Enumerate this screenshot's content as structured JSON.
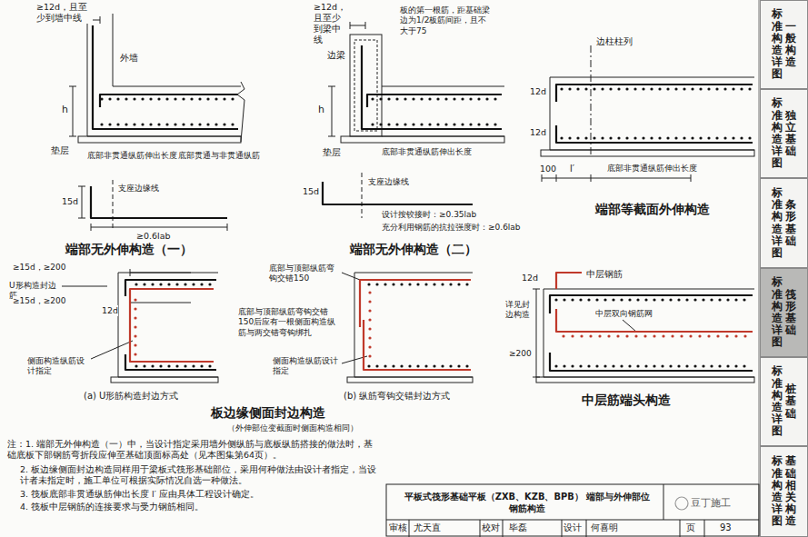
{
  "diagram": {
    "nodes": [
      {
        "text": [
          "标准构造详图",
          "一般构造"
        ]
      },
      {
        "text": [
          "标准构造详图",
          "独立基础"
        ]
      },
      {
        "text": [
          "标准构造详图",
          "条形基础"
        ]
      },
      {
        "text": [
          "标准构造详图",
          "筏形基础"
        ]
      },
      {
        "text": [
          "标准构造详图",
          "桩基础"
        ]
      },
      {
        "text": [
          "标准构造详图",
          "基础相关构造"
        ]
      },
      {
        "text": [
          "平板式筏形基础平板（ZXB、KZB、BPB） 端部与外伸部位钢筋构造"
        ]
      }
    ],
    "edges": [],
    "labels": [
      "≥12d，且至少到墙中线",
      "外墙",
      "h",
      "垫层",
      "底部非贯通纵筋伸出长度",
      "底部贯通与非贯通纵筋",
      "支座边缘线",
      "15d",
      "≥0.6lab",
      "端部无外伸构造（一）",
      "≥12d，且至少到梁中线",
      "边梁",
      "板的第一根筋，距基础梁边为1/2板筋间距，且不大于75",
      "h",
      "垫层",
      "底部非贯通纵筋伸出长度",
      "支座边缘线",
      "15d",
      "设计按铰接时：≥0.35lab",
      "充分利用钢筋的抗拉强度时：≥0.6lab",
      "端部无外伸构造（二）",
      "边柱柱列",
      "12d",
      "12d",
      "100",
      "l′",
      "底部非贯通纵筋伸出长度",
      "端部等截面外伸构造",
      "≥15d，≥200",
      "U形构造封边筋",
      "12d",
      "≥15d，≥200",
      "侧面构造纵筋设计指定",
      "(a) U形筋构造封边方式",
      "底部与顶部纵筋弯钩交错150",
      "底部与顶部纵筋弯钩交错150后应有一根侧面构造纵筋与两交错弯钩绑扎",
      "侧面构造纵筋设计指定",
      "(b) 纵筋弯钩交错封边方式",
      "板边缘侧面封边构造",
      "（外伸部位变截面时侧面构造相同）",
      "中层钢筋",
      "12d",
      "详见封边构造",
      "≥200",
      "中层双向钢筋网",
      "中层筋端头构造",
      "注：1. 端部无外伸构造（一）中，当设计指定采用墙外侧纵筋与底板纵筋搭接的做法时，基础底板下部钢筋弯折段应伸至基础顶面标高处（见本图集第64页）。",
      "2. 板边缘侧面封边构造同样用于梁板式筏形基础部位，采用何种做法由设计者指定，当设计者未指定时，施工单位可根据实际情况自选一种做法。",
      "3. 筏板底部非贯通纵筋伸出长度 l′ 应由具体工程设计确定。",
      "4. 筏板中层钢筋的连接要求与受力钢筋相同。",
      "审核",
      "尤天直",
      "校对",
      "毕磊",
      "设计",
      "何喜明",
      "页",
      "93",
      "豆丁施工"
    ]
  }
}
